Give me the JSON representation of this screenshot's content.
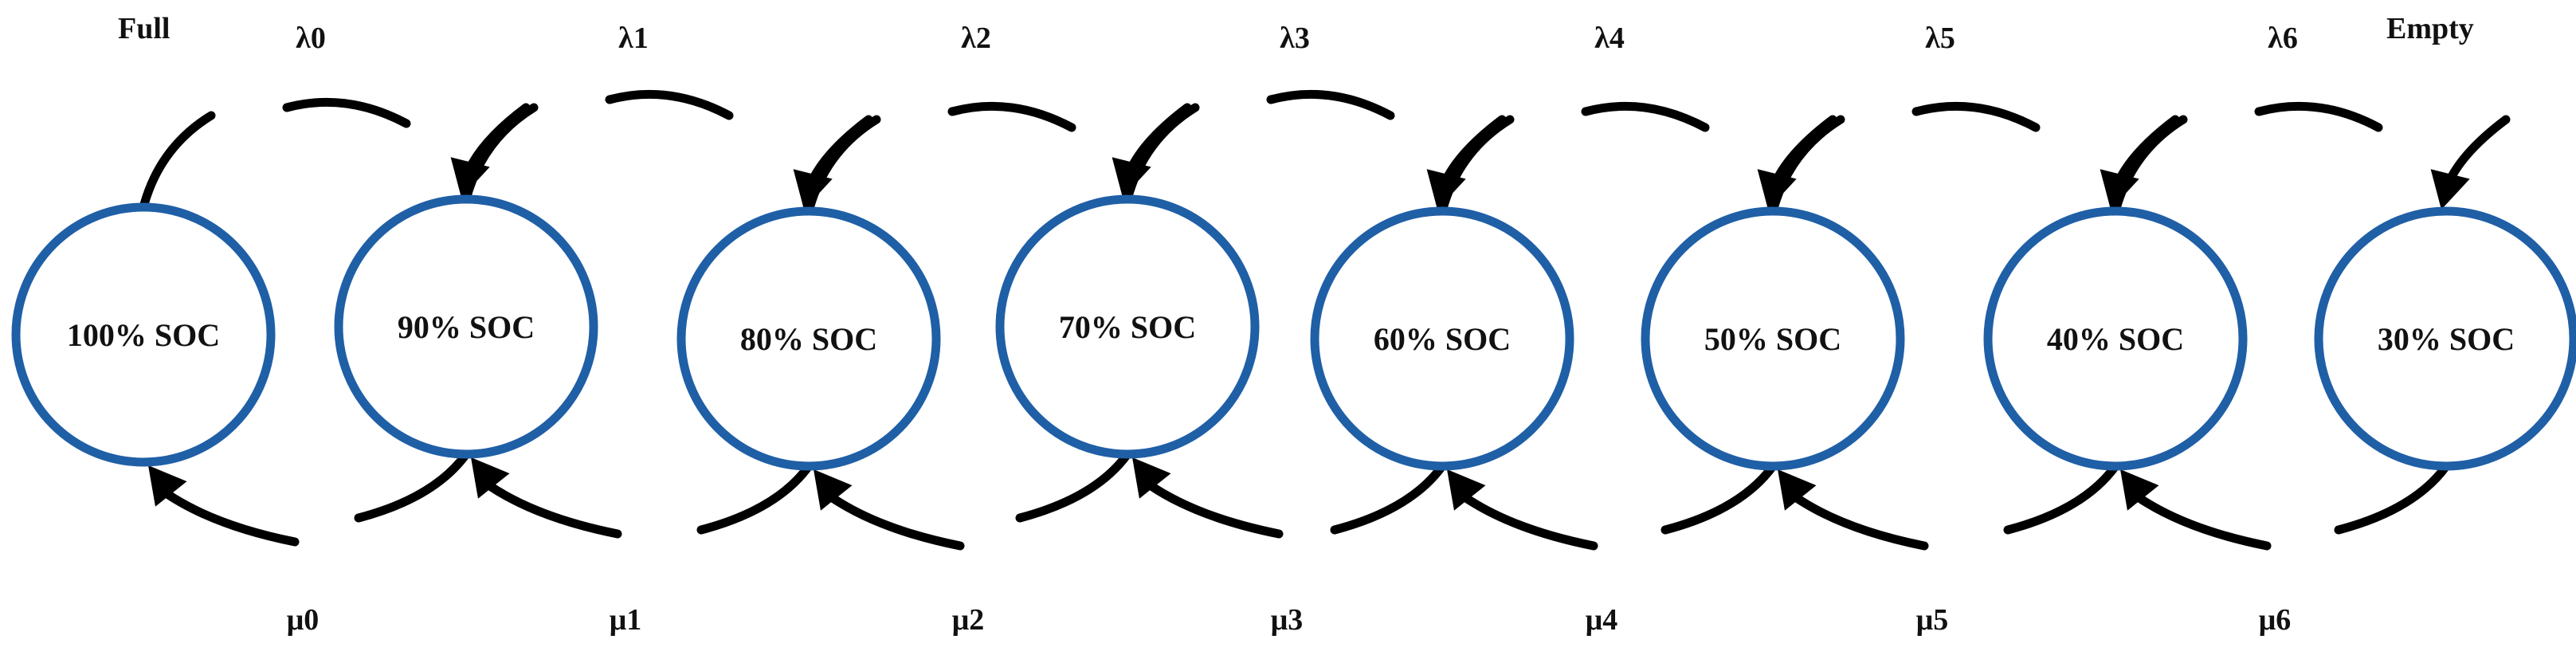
{
  "diagram": {
    "start_label": "Full",
    "end_label": "Empty",
    "states": [
      {
        "label": "100% SOC"
      },
      {
        "label": "90% SOC"
      },
      {
        "label": "80% SOC"
      },
      {
        "label": "70% SOC"
      },
      {
        "label": "60% SOC"
      },
      {
        "label": "50% SOC"
      },
      {
        "label": "40% SOC"
      },
      {
        "label": "30% SOC"
      }
    ],
    "forward_transitions": [
      {
        "label": "λ0",
        "from": 0,
        "to": 1
      },
      {
        "label": "λ1",
        "from": 1,
        "to": 2
      },
      {
        "label": "λ2",
        "from": 2,
        "to": 3
      },
      {
        "label": "λ3",
        "from": 3,
        "to": 4
      },
      {
        "label": "λ4",
        "from": 4,
        "to": 5
      },
      {
        "label": "λ5",
        "from": 5,
        "to": 6
      },
      {
        "label": "λ6",
        "from": 6,
        "to": 7
      }
    ],
    "backward_transitions": [
      {
        "label": "μ0",
        "from": 1,
        "to": 0
      },
      {
        "label": "μ1",
        "from": 2,
        "to": 1
      },
      {
        "label": "μ2",
        "from": 3,
        "to": 2
      },
      {
        "label": "μ3",
        "from": 4,
        "to": 3
      },
      {
        "label": "μ4",
        "from": 5,
        "to": 4
      },
      {
        "label": "μ5",
        "from": 6,
        "to": 5
      },
      {
        "label": "μ6",
        "from": 7,
        "to": 6
      }
    ],
    "colors": {
      "state_ring": "#1f5fa6",
      "arrow": "#000000",
      "text": "#111111"
    }
  }
}
